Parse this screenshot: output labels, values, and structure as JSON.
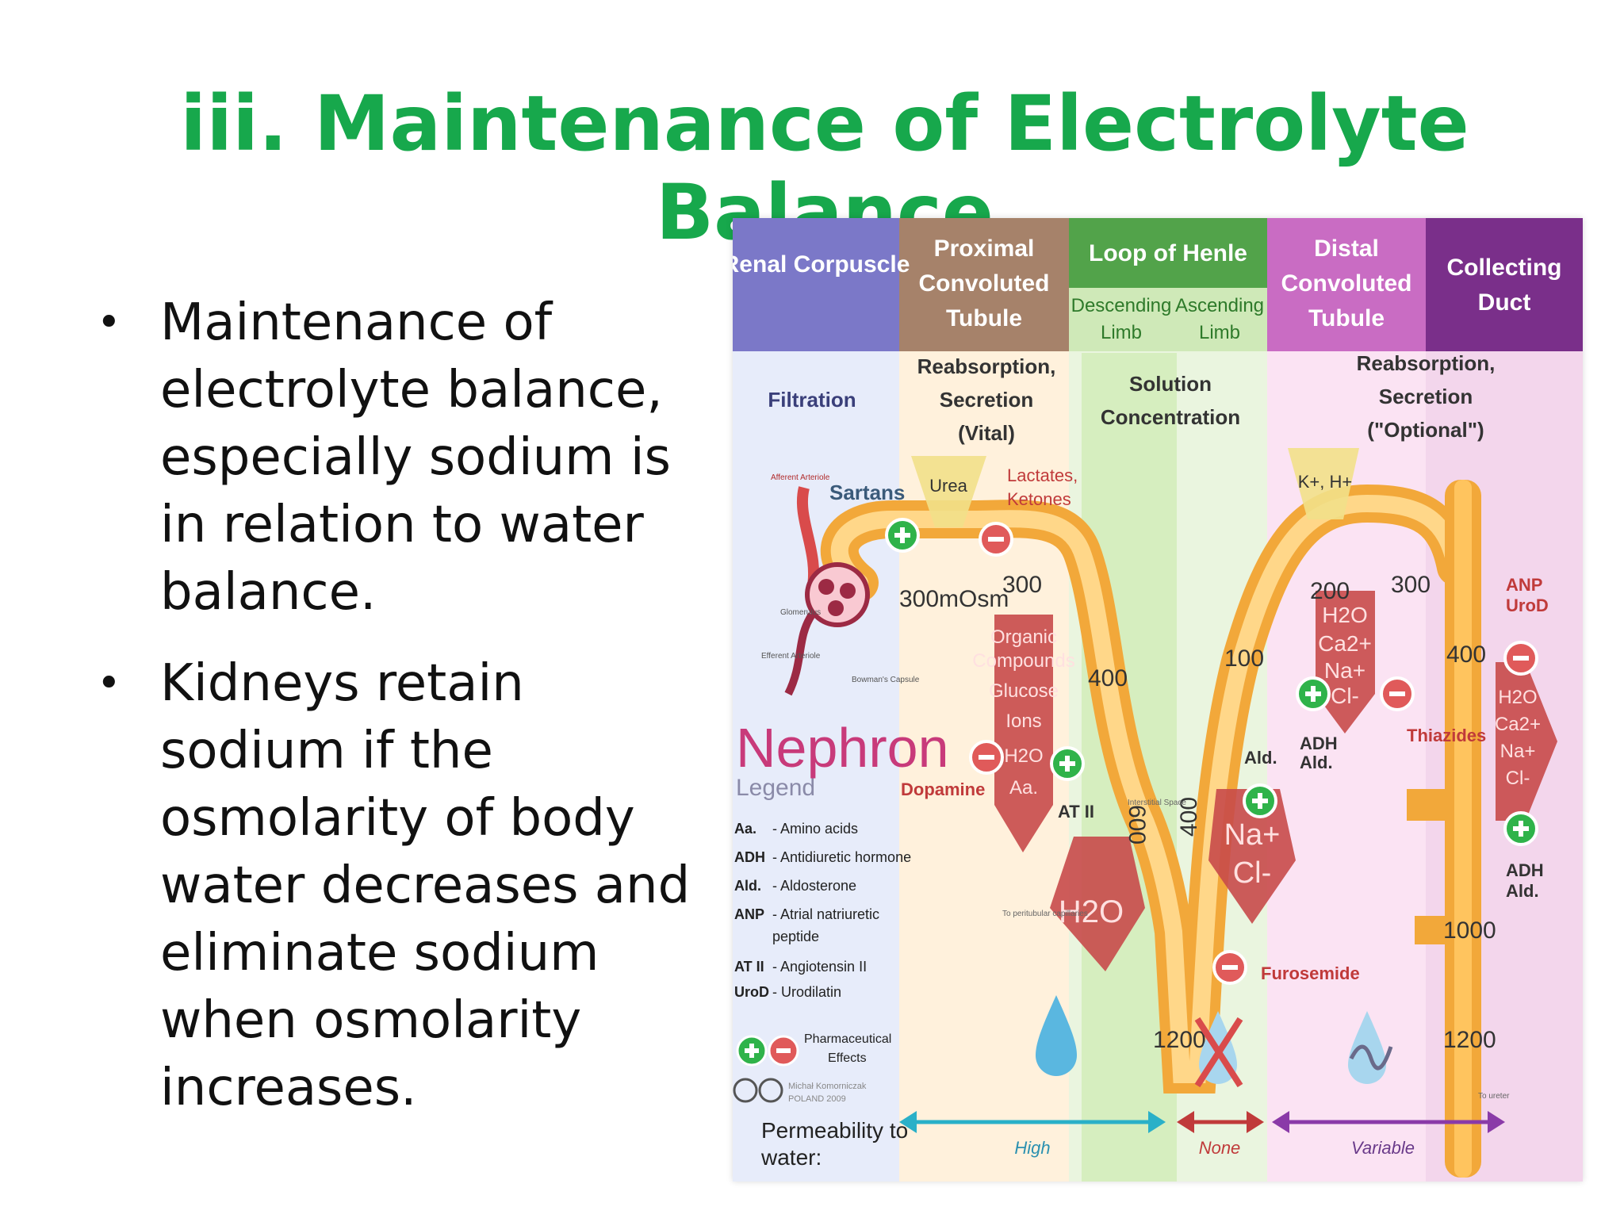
{
  "slide": {
    "title": "iii. Maintenance of Electrolyte Balance",
    "bullets": [
      "Maintenance of electrolyte balance, especially sodium is in relation to water balance.",
      "Kidneys retain sodium if the osmolarity of body water decreases and eliminate sodium when osmolarity increases."
    ],
    "bullet_symbol": "•"
  },
  "diagram": {
    "headers": {
      "renal_corpuscle": "Renal Corpuscle",
      "proximal_1": "Proximal",
      "proximal_2": "Convoluted",
      "proximal_3": "Tubule",
      "loop": "Loop of Henle",
      "descending_1": "Descending",
      "descending_2": "Limb",
      "ascending_1": "Ascending",
      "ascending_2": "Limb",
      "distal_1": "Distal",
      "distal_2": "Convoluted",
      "distal_3": "Tubule",
      "collecting_1": "Collecting",
      "collecting_2": "Duct"
    },
    "functions": {
      "filtration": "Filtration",
      "pct_1": "Reabsorption,",
      "pct_2": "Secretion",
      "pct_3": "(Vital)",
      "loop_1": "Solution",
      "loop_2": "Concentration",
      "dct_1": "Reabsorption,",
      "dct_2": "Secretion",
      "dct_3": "(\"Optional\")"
    },
    "labels": {
      "afferent": "Afferent Arteriole",
      "efferent": "Efferent Arteriole",
      "glomerulus": "Glomerulus",
      "bowman": "Bowman's Capsule",
      "sartans": "Sartans",
      "urea": "Urea",
      "lactates": "Lactates,",
      "ketones": "Ketones",
      "osm_300": "300",
      "osm_300_mosm": "300mOsm",
      "osm_400_a": "400",
      "osm_600": "600",
      "osm_400_b": "400",
      "osm_100": "100",
      "osm_200": "200",
      "osm_300_b": "300",
      "osm_400_c": "400",
      "osm_1000": "1000",
      "osm_1200_a": "1200",
      "osm_1200_b": "1200",
      "organic_1": "Organic",
      "organic_2": "Compounds",
      "glucose": "Glucose",
      "ions": "Ions",
      "h2o": "H2O",
      "aa": "Aa.",
      "dopamine": "Dopamine",
      "at2": "AT II",
      "interstitial": "Interstitial Space",
      "h2o_big": "H2O",
      "nacl_na": "Na+",
      "nacl_cl": "Cl-",
      "furosemide": "Furosemide",
      "kh": "K+, H+",
      "dct_h2o": "H2O",
      "dct_ca": "Ca2+",
      "dct_na": "Na+",
      "dct_cl": "Cl-",
      "adh": "ADH",
      "ald": "Ald.",
      "ald_2": "Ald.",
      "thiazides": "Thiazides",
      "anp": "ANP",
      "urod": "UroD",
      "cd_h2o": "H2O",
      "cd_ca": "Ca2+",
      "cd_na": "Na+",
      "cd_cl": "Cl-",
      "cd_adh": "ADH",
      "cd_ald": "Ald.",
      "to_ureter": "To ureter",
      "to_capillaries": "To peritubular capillaries",
      "nephron": "Nephron",
      "legend": "Legend"
    },
    "legend_items": [
      {
        "abbr": "Aa.",
        "text": "- Amino acids"
      },
      {
        "abbr": "ADH",
        "text": "- Antidiuretic hormone"
      },
      {
        "abbr": "Ald.",
        "text": "- Aldosterone"
      },
      {
        "abbr": "ANP",
        "text": "- Atrial natriuretic"
      },
      {
        "abbr": "",
        "text": "peptide"
      },
      {
        "abbr": "AT II",
        "text": "- Angiotensin II"
      },
      {
        "abbr": "UroD",
        "text": "- Urodilatin"
      }
    ],
    "pharma_1": "Pharmaceutical",
    "pharma_2": "Effects",
    "credit_1": "Michał Komorniczak",
    "credit_2": "POLAND 2009",
    "permeability_1": "Permeability to",
    "permeability_2": "water:",
    "perm_high": "High",
    "perm_none": "None",
    "perm_variable": "Variable",
    "colors": {
      "renal": "#7b78c8",
      "proximal": "#a6826a",
      "loop": "#52a34a",
      "distal": "#c96cc3",
      "collecting": "#7a2f8a",
      "tubule": "#f2a83a",
      "plus": "#2fb34a",
      "minus": "#e05a5a",
      "title": "#17a84c"
    }
  }
}
